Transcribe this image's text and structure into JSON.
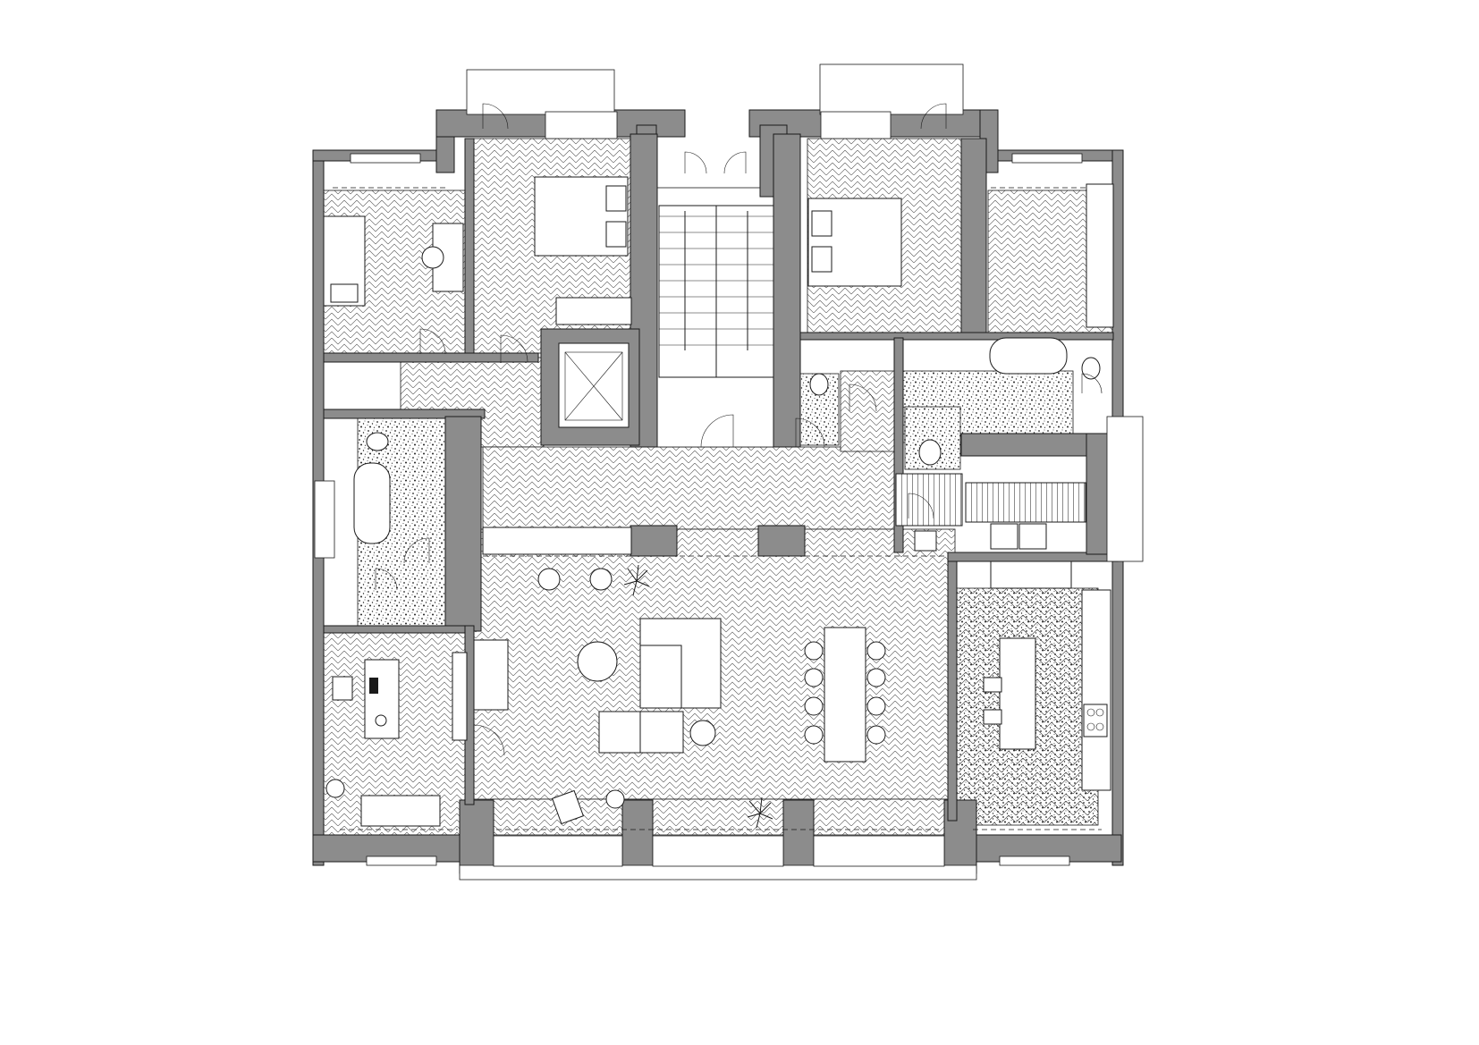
{
  "drawing": {
    "kind": "architectural-floor-plan",
    "colors": {
      "wall": "#8c8c8c",
      "line": "#1a1a1a",
      "paper": "#ffffff"
    },
    "floor_finishes": [
      "herringbone-parquet",
      "terrazzo"
    ],
    "rooms": [
      {
        "id": "bedroom-left",
        "finish": "herringbone-parquet"
      },
      {
        "id": "bedroom-master-left",
        "finish": "herringbone-parquet"
      },
      {
        "id": "stair-hall",
        "finish": "plain"
      },
      {
        "id": "bedroom-master-right",
        "finish": "herringbone-parquet"
      },
      {
        "id": "bedroom-right",
        "finish": "herringbone-parquet"
      },
      {
        "id": "bathroom-left",
        "finish": "terrazzo"
      },
      {
        "id": "wc-left",
        "finish": "terrazzo"
      },
      {
        "id": "corridor",
        "finish": "herringbone-parquet"
      },
      {
        "id": "bathroom-right",
        "finish": "terrazzo"
      },
      {
        "id": "wc-right",
        "finish": "terrazzo"
      },
      {
        "id": "study",
        "finish": "herringbone-parquet"
      },
      {
        "id": "living-dining",
        "finish": "herringbone-parquet"
      },
      {
        "id": "kitchen",
        "finish": "terrazzo"
      }
    ],
    "icons": [
      "door-swing-icon",
      "window-icon",
      "bathtub-icon",
      "toilet-icon",
      "sink-icon",
      "bed-icon",
      "sofa-icon",
      "dining-table-icon",
      "chair-icon",
      "plant-icon",
      "stove-icon",
      "elevator-icon",
      "stair-icon"
    ]
  }
}
